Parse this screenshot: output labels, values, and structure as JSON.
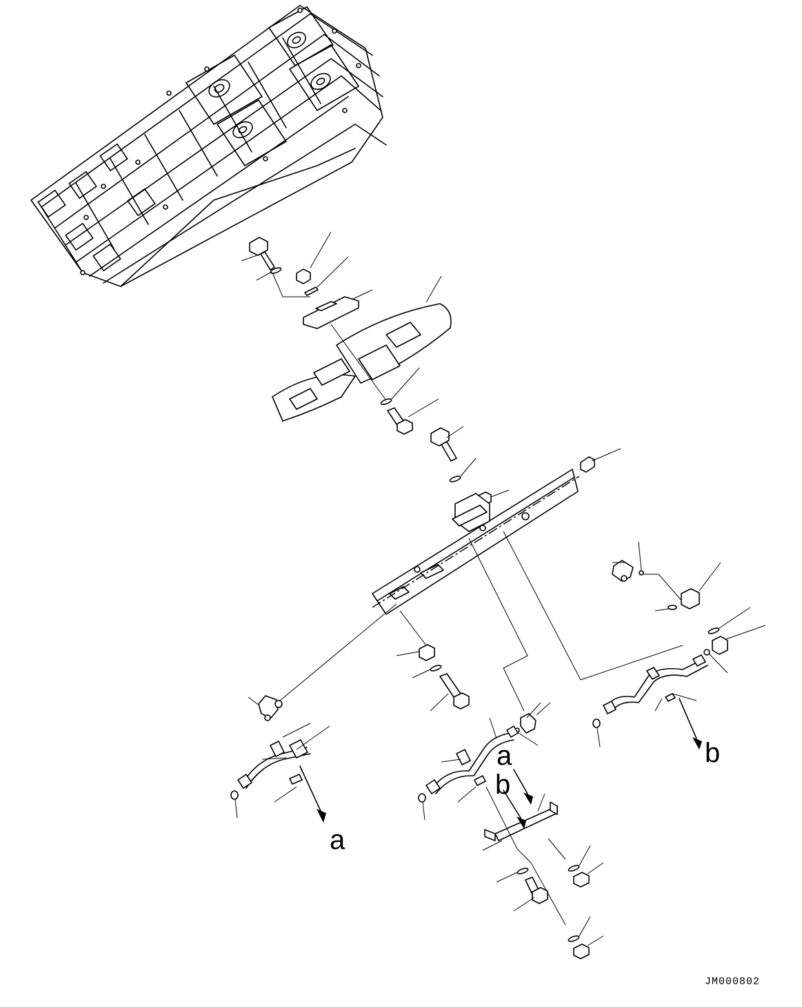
{
  "diagram": {
    "callout_letters": {
      "a_lower_left": "a",
      "a_center": "a",
      "b_center": "b",
      "b_right": "b"
    },
    "drawing_code": "JM000802",
    "colors": {
      "ink": "#000000",
      "paper": "#ffffff"
    }
  }
}
